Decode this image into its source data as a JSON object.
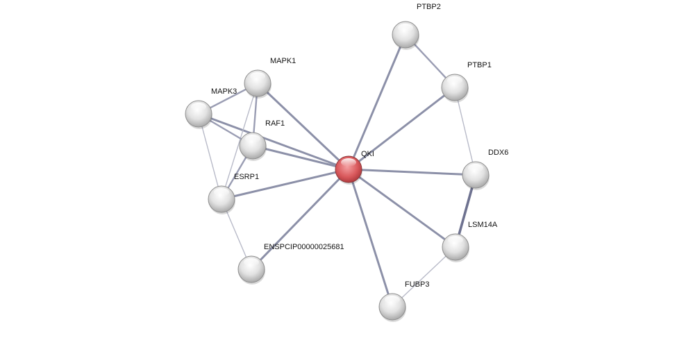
{
  "network": {
    "center_node": "QKI",
    "colors": {
      "center": "#d9595c",
      "node": "#dcdcdc",
      "edge": "#8c90a8",
      "edge_light": "#b8bac8"
    },
    "nodes": [
      {
        "id": "QKI",
        "label": "QKI"
      },
      {
        "id": "PTBP2",
        "label": "PTBP2"
      },
      {
        "id": "PTBP1",
        "label": "PTBP1"
      },
      {
        "id": "DDX6",
        "label": "DDX6"
      },
      {
        "id": "LSM14A",
        "label": "LSM14A"
      },
      {
        "id": "FUBP3",
        "label": "FUBP3"
      },
      {
        "id": "ENSPCIP00000025681",
        "label": "ENSPCIP00000025681"
      },
      {
        "id": "ESRP1",
        "label": "ESRP1"
      },
      {
        "id": "RAF1",
        "label": "RAF1"
      },
      {
        "id": "MAPK3",
        "label": "MAPK3"
      },
      {
        "id": "MAPK1",
        "label": "MAPK1"
      }
    ],
    "edges": [
      {
        "source": "QKI",
        "target": "PTBP2",
        "strength": "strong"
      },
      {
        "source": "QKI",
        "target": "PTBP1",
        "strength": "strong"
      },
      {
        "source": "QKI",
        "target": "DDX6",
        "strength": "strong"
      },
      {
        "source": "QKI",
        "target": "LSM14A",
        "strength": "strong"
      },
      {
        "source": "QKI",
        "target": "FUBP3",
        "strength": "strong"
      },
      {
        "source": "QKI",
        "target": "ENSPCIP00000025681",
        "strength": "strong"
      },
      {
        "source": "QKI",
        "target": "ESRP1",
        "strength": "strong"
      },
      {
        "source": "QKI",
        "target": "RAF1",
        "strength": "strong"
      },
      {
        "source": "QKI",
        "target": "MAPK3",
        "strength": "strong"
      },
      {
        "source": "QKI",
        "target": "MAPK1",
        "strength": "strong"
      },
      {
        "source": "PTBP2",
        "target": "PTBP1",
        "strength": "medium"
      },
      {
        "source": "PTBP1",
        "target": "DDX6",
        "strength": "weak"
      },
      {
        "source": "DDX6",
        "target": "LSM14A",
        "strength": "very-strong"
      },
      {
        "source": "LSM14A",
        "target": "FUBP3",
        "strength": "weak"
      },
      {
        "source": "MAPK1",
        "target": "MAPK3",
        "strength": "medium"
      },
      {
        "source": "MAPK1",
        "target": "RAF1",
        "strength": "medium"
      },
      {
        "source": "MAPK1",
        "target": "ESRP1",
        "strength": "weak"
      },
      {
        "source": "MAPK3",
        "target": "RAF1",
        "strength": "medium"
      },
      {
        "source": "MAPK3",
        "target": "ESRP1",
        "strength": "weak"
      },
      {
        "source": "RAF1",
        "target": "ESRP1",
        "strength": "medium"
      },
      {
        "source": "ESRP1",
        "target": "ENSPCIP00000025681",
        "strength": "weak"
      }
    ]
  }
}
